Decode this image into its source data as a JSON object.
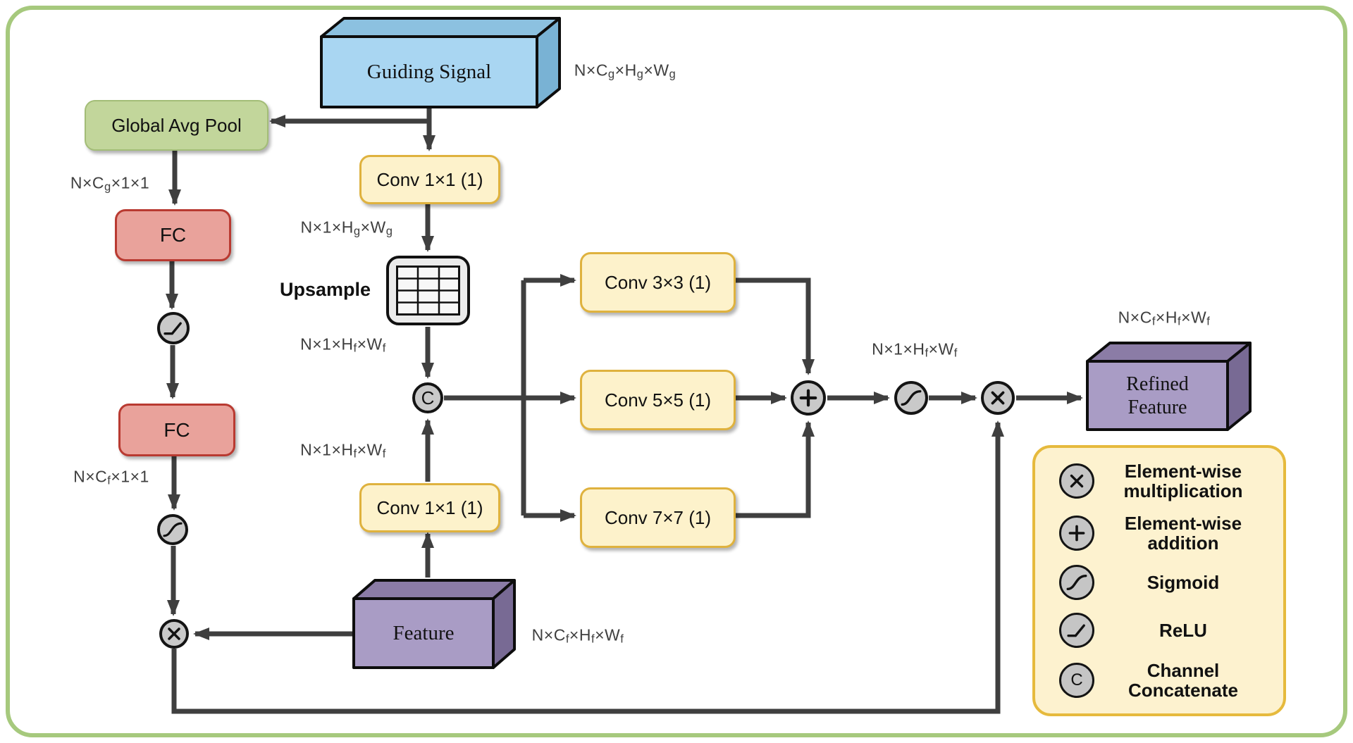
{
  "title": "Guided feature refinement module diagram",
  "colors": {
    "frame_border": "#a6c97d",
    "arrow": "#3f3f3f",
    "guiding_front": "#a9d6f2",
    "guiding_top": "#8cc1e0",
    "guiding_side": "#79b2d4",
    "purple_front": "#a99cc5",
    "purple_top": "#8b7ca6",
    "purple_side": "#786a94",
    "green_fill": "#c2d69b",
    "red_fill": "#e9a29b",
    "yellow_fill": "#fdf2cb",
    "legend_fill": "#fdf2cf",
    "circle_fill": "#c9c9c9"
  },
  "boxes": {
    "guiding_signal": {
      "label": "Guiding Signal"
    },
    "global_avg_pool": {
      "label": "Global Avg Pool"
    },
    "fc_top": {
      "label": "FC"
    },
    "fc_bottom": {
      "label": "FC"
    },
    "conv1_top": {
      "label": "Conv 1×1 (1)"
    },
    "conv1_bottom": {
      "label": "Conv 1×1 (1)"
    },
    "conv3": {
      "label": "Conv 3×3 (1)"
    },
    "conv5": {
      "label": "Conv 5×5 (1)"
    },
    "conv7": {
      "label": "Conv 7×7 (1)"
    },
    "upsample": {
      "label": "Upsample"
    },
    "feature": {
      "label": "Feature"
    },
    "refined_feature": {
      "line1": "Refined",
      "line2": "Feature"
    }
  },
  "ops": {
    "concat_glyph": "C"
  },
  "dims": [
    {
      "id": "guiding_signal_shape",
      "parts": [
        {
          "t": "N×C",
          "s": "g"
        },
        {
          "t": "×H",
          "s": "g"
        },
        {
          "t": "×W",
          "s": "g"
        }
      ]
    },
    {
      "id": "gap_output_shape",
      "parts": [
        {
          "t": "N×C",
          "s": "g"
        },
        {
          "t": "×1×1",
          "s": ""
        }
      ]
    },
    {
      "id": "fc2_output_shape",
      "parts": [
        {
          "t": "N×C",
          "s": "f"
        },
        {
          "t": "×1×1",
          "s": ""
        }
      ]
    },
    {
      "id": "conv_top_output_shape",
      "parts": [
        {
          "t": "N×1×H",
          "s": "g"
        },
        {
          "t": "×W",
          "s": "g"
        }
      ]
    },
    {
      "id": "upsample_output_shape",
      "parts": [
        {
          "t": "N×1×H",
          "s": "f"
        },
        {
          "t": "×W",
          "s": "f"
        }
      ]
    },
    {
      "id": "conv_bottom_output_shape",
      "parts": [
        {
          "t": "N×1×H",
          "s": "f"
        },
        {
          "t": "×W",
          "s": "f"
        }
      ]
    },
    {
      "id": "feature_shape",
      "parts": [
        {
          "t": "N×C",
          "s": "f"
        },
        {
          "t": "×H",
          "s": "f"
        },
        {
          "t": "×W",
          "s": "f"
        }
      ]
    },
    {
      "id": "attention_map_shape",
      "parts": [
        {
          "t": "N×1×H",
          "s": "f"
        },
        {
          "t": "×W",
          "s": "f"
        }
      ]
    },
    {
      "id": "refined_feature_shape",
      "parts": [
        {
          "t": "N×C",
          "s": "f"
        },
        {
          "t": "×H",
          "s": "f"
        },
        {
          "t": "×W",
          "s": "f"
        }
      ]
    }
  ],
  "legend": {
    "items": [
      {
        "icon": "multiply-icon",
        "label": "Element-wise multiplication"
      },
      {
        "icon": "add-icon",
        "label": "Element-wise addition"
      },
      {
        "icon": "sigmoid-icon",
        "label": "Sigmoid"
      },
      {
        "icon": "relu-icon",
        "label": "ReLU"
      },
      {
        "icon": "concat-icon",
        "label": "Channel Concatenate"
      }
    ]
  }
}
